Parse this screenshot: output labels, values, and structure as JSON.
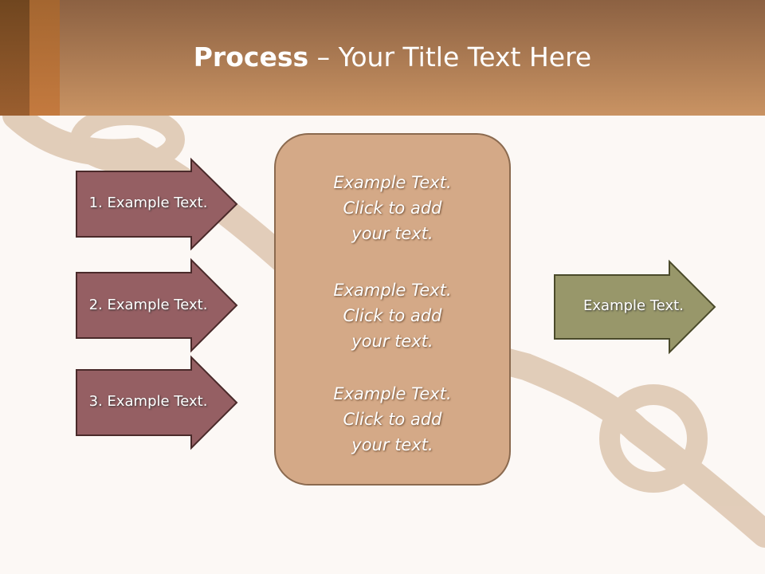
{
  "title": {
    "bold": "Process",
    "rest": " – Your Title Text Here"
  },
  "inputs": [
    {
      "label": "1. Example Text."
    },
    {
      "label": "2. Example Text."
    },
    {
      "label": "3. Example Text."
    }
  ],
  "center_box": {
    "blocks": [
      {
        "l1": "Example Text.",
        "l2": "Click  to add",
        "l3": "your text."
      },
      {
        "l1": "Example Text.",
        "l2": "Click  to add",
        "l3": "your text."
      },
      {
        "l1": "Example Text.",
        "l2": "Click  to add",
        "l3": "your text."
      }
    ]
  },
  "output": {
    "label": "Example Text."
  },
  "colors": {
    "input_arrow": "#955f63",
    "output_arrow": "#98976a",
    "box": "#d4a987"
  }
}
